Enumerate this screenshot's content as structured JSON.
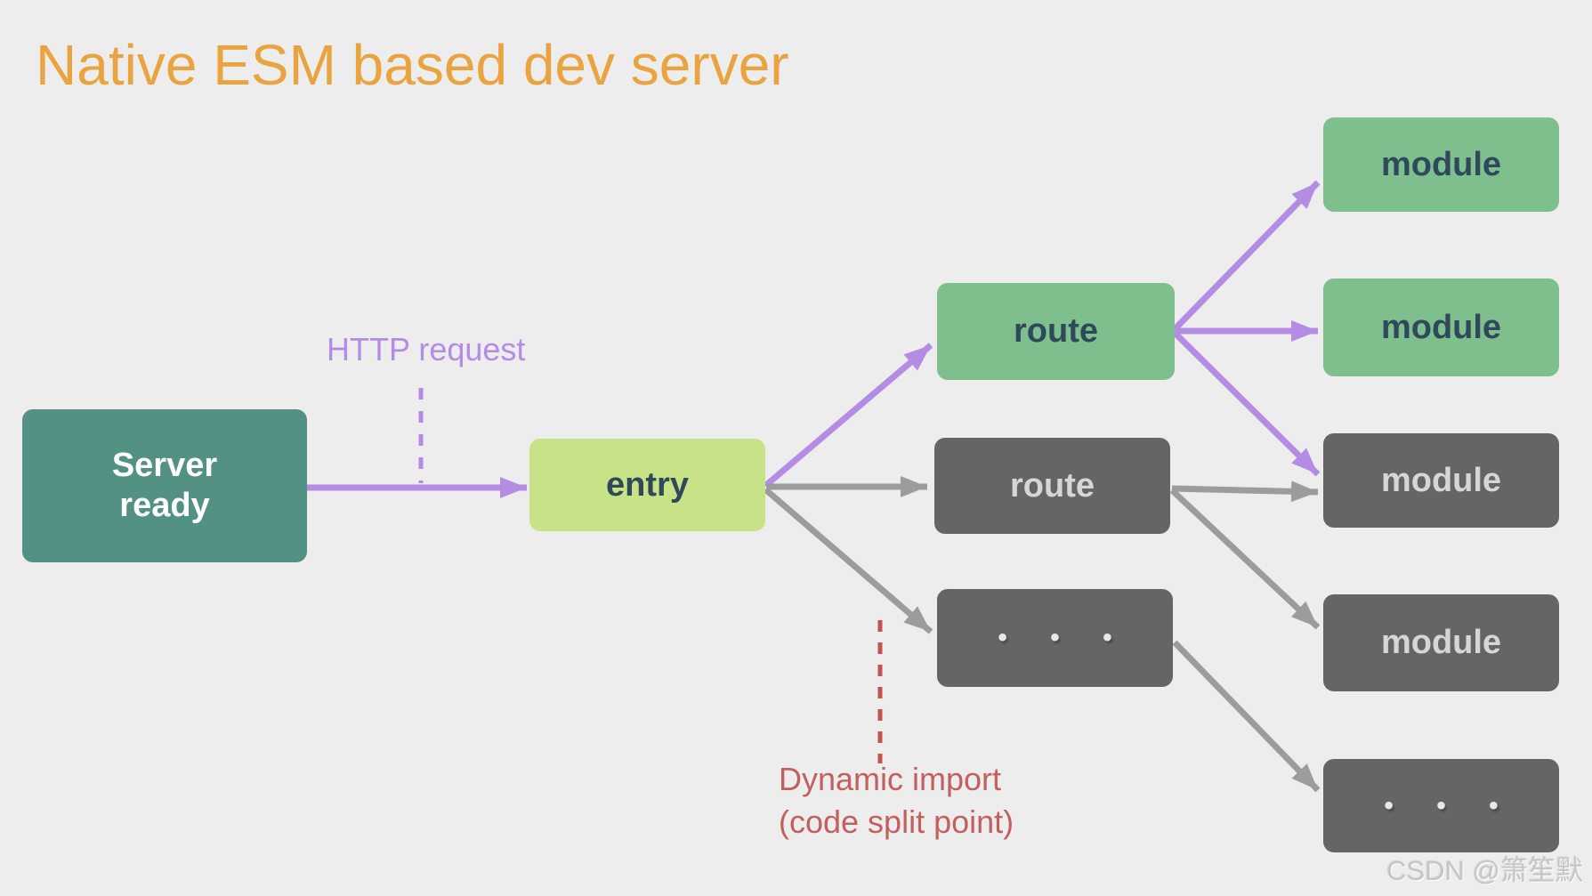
{
  "title": "Native ESM based dev server",
  "colors": {
    "bg": "#ededed",
    "title": "#e9a440",
    "purple": "#b58ce3",
    "gray-arrow": "#9c9c9c",
    "teal-box": "#529184",
    "lime-box": "#c8e387",
    "green-box": "#7fbf8d",
    "dark-box": "#656565",
    "dark-text": "#2e4a5a",
    "light-text": "#d6d6d6",
    "white-text": "#ffffff",
    "red-line": "#c4534f",
    "red-text": "#c25f5f",
    "watermark": "#c6c6c6"
  },
  "nodes": {
    "server_ready": {
      "label": "Server ready"
    },
    "entry": {
      "label": "entry"
    },
    "route_top": {
      "label": "route"
    },
    "route_mid": {
      "label": "route"
    },
    "dots_mid": {
      "label": "• • •"
    },
    "module_1": {
      "label": "module"
    },
    "module_2": {
      "label": "module"
    },
    "module_3": {
      "label": "module"
    },
    "module_4": {
      "label": "module"
    },
    "dots_right": {
      "label": "• • •"
    }
  },
  "annotations": {
    "http_request": "HTTP request",
    "dynamic_import_line1": "Dynamic import",
    "dynamic_import_line2": "(code split point)"
  },
  "watermark": "CSDN @箫笙默"
}
